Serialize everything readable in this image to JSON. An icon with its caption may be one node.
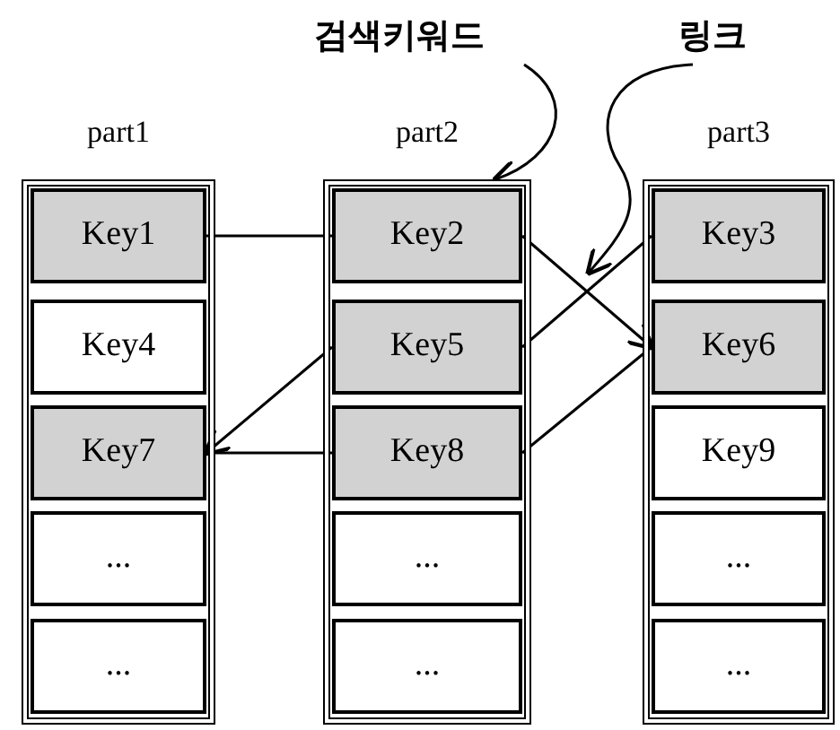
{
  "diagram": {
    "nodes": [
      {
        "text": [
          "part1"
        ]
      },
      {
        "text": [
          "Key1"
        ],
        "in": 0
      },
      {
        "text": [
          "Key4"
        ],
        "in": 0
      },
      {
        "text": [
          "Key7"
        ],
        "in": 0
      },
      {
        "text": [
          "..."
        ],
        "in": 0
      },
      {
        "text": [
          "..."
        ],
        "in": 0
      },
      {
        "text": [
          "part2"
        ]
      },
      {
        "text": [
          "Key2"
        ],
        "in": 6
      },
      {
        "text": [
          "Key5"
        ],
        "in": 6
      },
      {
        "text": [
          "Key8"
        ],
        "in": 6
      },
      {
        "text": [
          "..."
        ],
        "in": 6
      },
      {
        "text": [
          "..."
        ],
        "in": 6
      },
      {
        "text": [
          "part3"
        ]
      },
      {
        "text": [
          "Key3"
        ],
        "in": 12
      },
      {
        "text": [
          "Key6"
        ],
        "in": 12
      },
      {
        "text": [
          "Key9"
        ],
        "in": 12
      },
      {
        "text": [
          "..."
        ],
        "in": 12
      },
      {
        "text": [
          "..."
        ],
        "in": 12
      },
      {
        "text": [
          "검색키워드"
        ]
      },
      {
        "text": [
          "링크"
        ]
      }
    ],
    "edges": [
      {
        "from": 1,
        "to": 7,
        "arrow": "none"
      },
      {
        "from": 7,
        "to": 14,
        "arrow": "to"
      },
      {
        "from": 8,
        "to": 13,
        "arrow": "none"
      },
      {
        "from": 8,
        "to": 3,
        "arrow": "to"
      },
      {
        "from": 3,
        "to": 9,
        "arrow": "none"
      },
      {
        "from": 9,
        "to": 14,
        "arrow": "none"
      },
      {
        "from": 18,
        "to": 6,
        "arrow": "to"
      },
      {
        "from": 19,
        "to": null,
        "arrow": "to"
      }
    ]
  }
}
